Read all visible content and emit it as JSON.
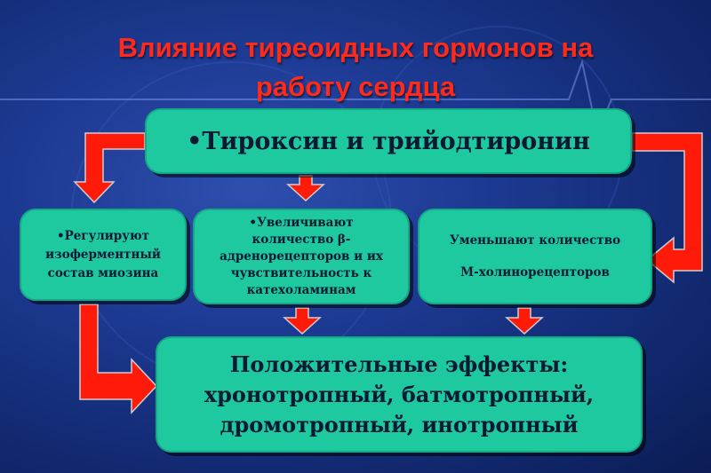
{
  "title": {
    "line1": "Влияние тиреоидных гормонов на",
    "line2": "работу сердца"
  },
  "boxes": {
    "top": "•Тироксин и трийодтиронин",
    "left": [
      "•Регулируют",
      "изоферментный",
      "состав миозина"
    ],
    "middle": [
      "•Увеличивают",
      "количество β-",
      "адренорецепторов  и их",
      "чувствительность к",
      "катехоламинам"
    ],
    "right": [
      "Уменьшают количество",
      "М-холинорецепторов"
    ],
    "bottom": [
      "Положительные эффекты:",
      "хронотропный, батмотропный,",
      "дромотропный, инотропный"
    ]
  },
  "colors": {
    "background": "#1d3a93",
    "box": "#1ec9a0",
    "arrow": "#ff1a0a",
    "arrow_edge": "#c8c8c8",
    "title": "#ff2a1a"
  }
}
